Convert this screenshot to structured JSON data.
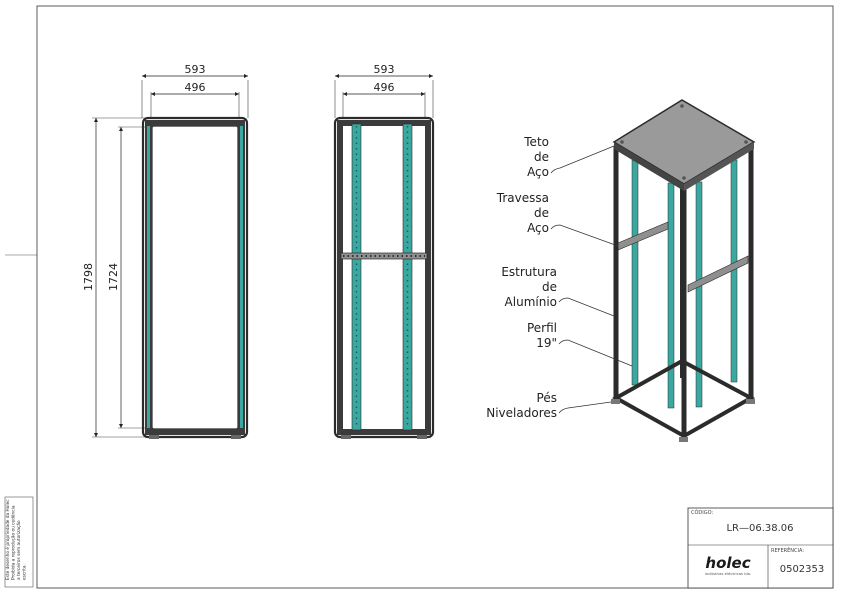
{
  "front_view": {
    "outer_width": "593",
    "inner_width": "496",
    "outer_height": "1798",
    "inner_height": "1724"
  },
  "side_view": {
    "outer_width": "593",
    "inner_width": "496"
  },
  "labels": {
    "teto": [
      "Teto",
      "de",
      "Aço"
    ],
    "travessa": [
      "Travessa",
      "de",
      "Aço"
    ],
    "estrutura": [
      "Estrutura",
      "de",
      "Alumínio"
    ],
    "perfil": [
      "Perfil",
      "19\""
    ],
    "pes": [
      "Pés",
      "Niveladores"
    ]
  },
  "title_block": {
    "codigo_label": "CÓDIGO:",
    "codigo": "LR—06.38.06",
    "referencia_label": "REFERÊNCIA:",
    "referencia": "0502353",
    "logo": "holec",
    "logo_sub": "indústrias eléctricas lda."
  },
  "side_note": [
    "Este desenho é propriedade da Holec",
    "Proibida a reprodução ou cedência",
    "a terceiros sem autorização",
    "escrita."
  ],
  "colors": {
    "frame": "#2b2b2b",
    "rail": "#3aa7a0",
    "roof": "#9a9a9a"
  }
}
